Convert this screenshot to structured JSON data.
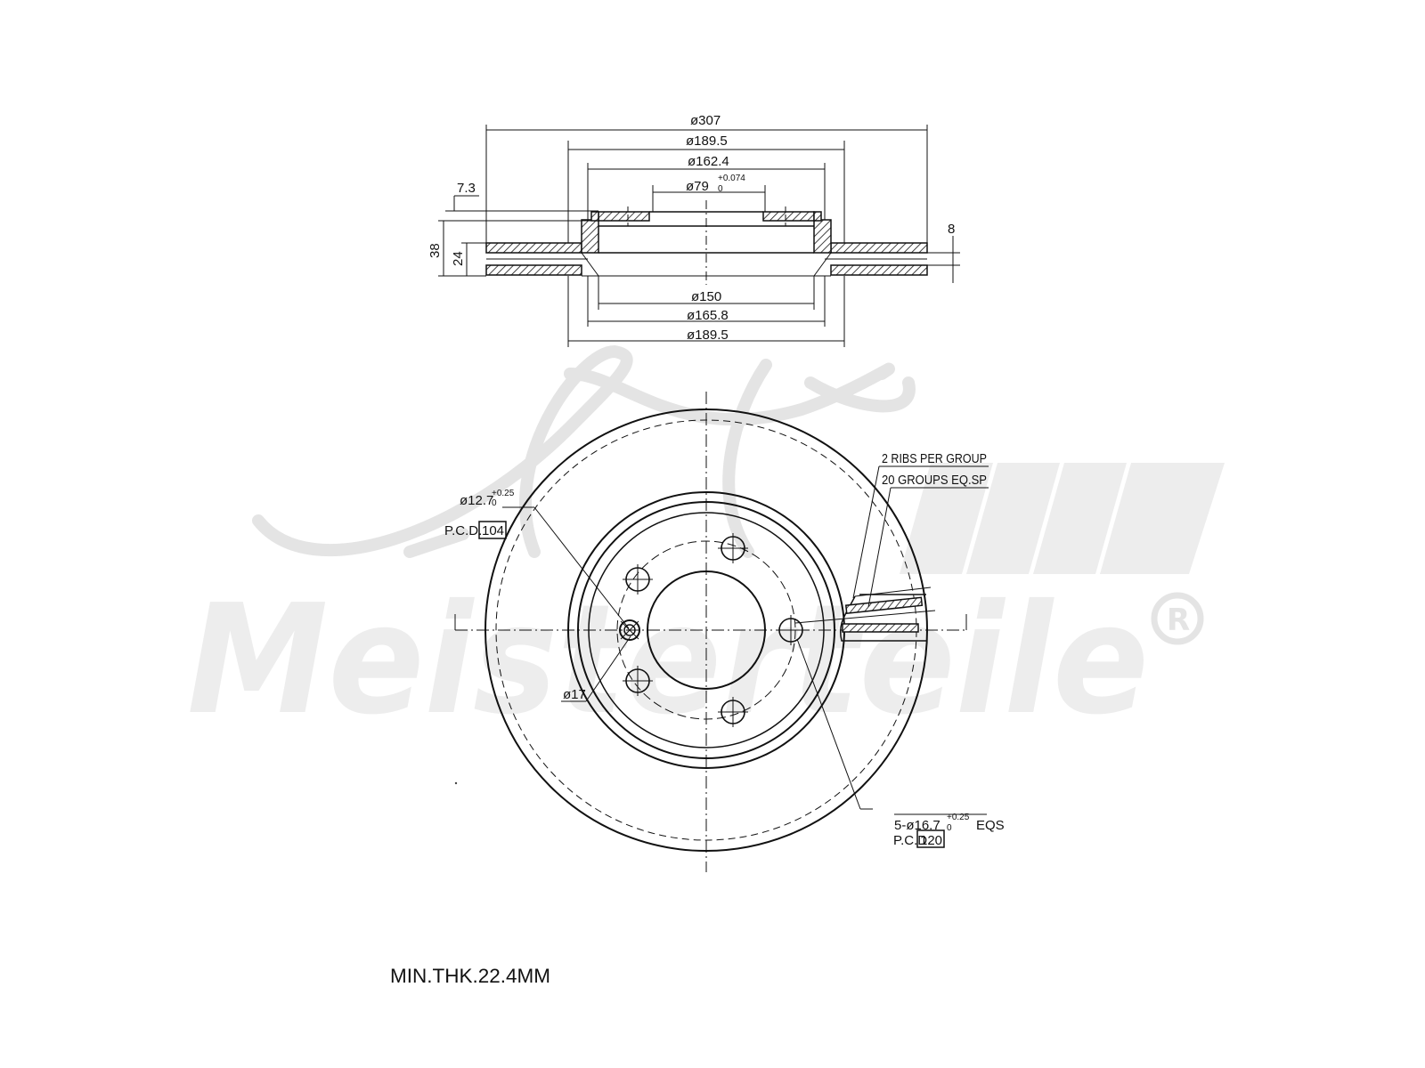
{
  "top_view": {
    "dims_top": {
      "d307": "ø307",
      "d189_5_top": "ø189.5",
      "d162_4": "ø162.4",
      "d79": "ø79",
      "d79_tol_upper": "+0.074",
      "d79_tol_lower": "0",
      "offset_7_3": "7.3"
    },
    "dims_side": {
      "height_38": "38",
      "thickness_24": "24",
      "gap_8": "8"
    },
    "dims_bottom": {
      "d150": "ø150",
      "d165_8": "ø165.8",
      "d189_5_bottom": "ø189.5"
    }
  },
  "front_view": {
    "ribs_note_line1": "2 RIBS PER GROUP",
    "ribs_note_line2": "20 GROUPS EQ.SP",
    "hole_small": "ø12.7",
    "hole_small_tol_upper": "+0.25",
    "hole_small_tol_lower": "0",
    "pcd_label_left": "P.C.D.",
    "pcd_value_left": "104",
    "d17": "ø17",
    "bolt_holes": "5-ø16.7",
    "bolt_tol_upper": "+0.25",
    "bolt_tol_lower": "0",
    "bolt_eqs": "EQS",
    "pcd_label_right": "P.C.D.",
    "pcd_value_right": "120"
  },
  "footer": {
    "min_thickness": "MIN.THK.22.4MM"
  },
  "watermark": {
    "brand": "Meisterteile",
    "registered": "R"
  }
}
